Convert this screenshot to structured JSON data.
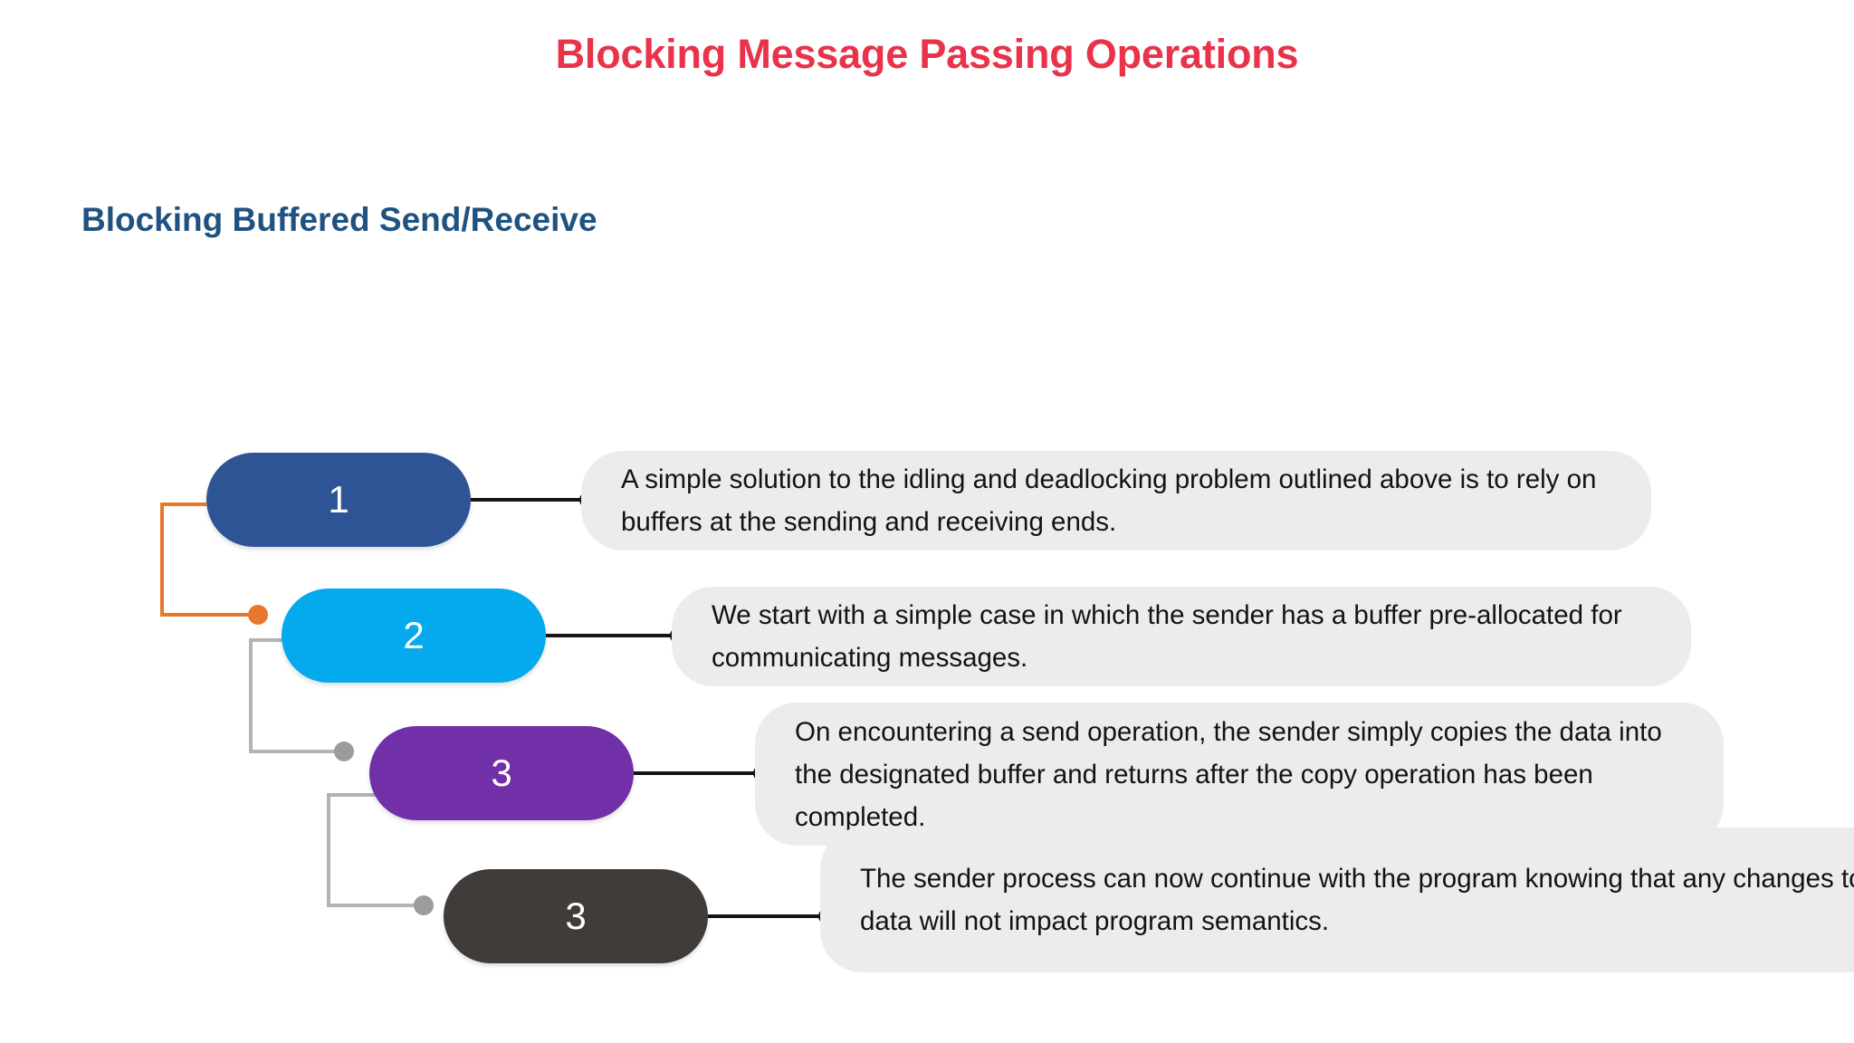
{
  "slide": {
    "title": "Blocking Message Passing Operations",
    "subtitle": "Blocking Buffered Send/Receive",
    "title_color": "#E8334A",
    "subtitle_color": "#1F5280",
    "background": "#FFFFFF"
  },
  "diagram": {
    "type": "staircase-process-list",
    "bubble_fill": "#ECECEC",
    "connector_color": "#141414",
    "bracket_colors": [
      "#E8762C",
      "#B3B3B3",
      "#B3B3B3"
    ],
    "steps": [
      {
        "number": "1",
        "color": "#2E5496",
        "text": "A simple solution to the idling and deadlocking problem outlined above is to rely on buffers at the sending and receiving ends."
      },
      {
        "number": "2",
        "color": "#04A9EE",
        "text": "We start with a simple case in which the sender has a buffer pre-allocated for communicating messages."
      },
      {
        "number": "3",
        "color": "#7130A8",
        "text": "On encountering a send operation, the sender simply copies the data into the designated buffer and returns after the copy operation has been completed."
      },
      {
        "number": "3",
        "color": "#3F3C3A",
        "text": "The sender process can now continue with the program knowing that any changes to the data will not impact program semantics."
      }
    ]
  }
}
